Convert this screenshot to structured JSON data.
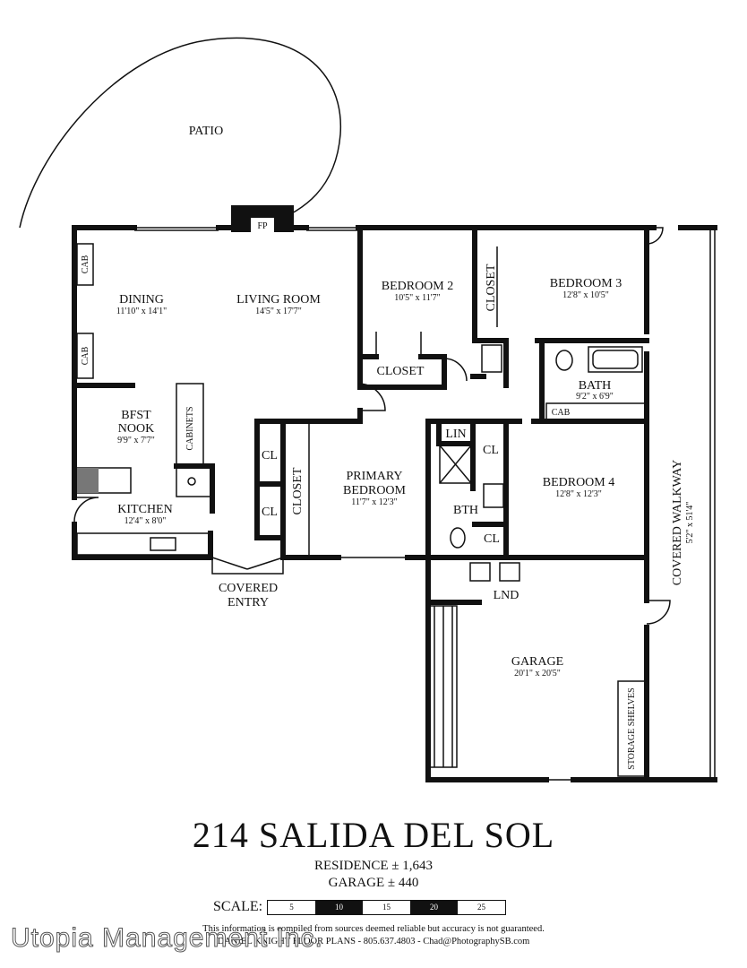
{
  "rooms": {
    "patio": {
      "name": "PATIO"
    },
    "fireplace": {
      "name": "FP"
    },
    "dining": {
      "name": "DINING",
      "dims": "11'10\" x 14'1\""
    },
    "living": {
      "name": "LIVING ROOM",
      "dims": "14'5\" x 17'7\""
    },
    "bedroom2": {
      "name": "BEDROOM 2",
      "dims": "10'5\" x 11'7\""
    },
    "bedroom3": {
      "name": "BEDROOM 3",
      "dims": "12'8\" x 10'5\""
    },
    "bath": {
      "name": "BATH",
      "dims": "9'2\" x 6'9\""
    },
    "bfst_nook": {
      "name_line1": "BFST",
      "name_line2": "NOOK",
      "dims": "9'9\" x 7'7\""
    },
    "kitchen": {
      "name": "KITCHEN",
      "dims": "12'4\" x 8'0\""
    },
    "primary": {
      "name_line1": "PRIMARY",
      "name_line2": "BEDROOM",
      "dims": "11'7\" x 12'3\""
    },
    "bedroom4": {
      "name": "BEDROOM 4",
      "dims": "12'8\" x 12'3\""
    },
    "walkway": {
      "name": "COVERED WALKWAY",
      "dims": "5'2\" x 51'4\""
    },
    "garage": {
      "name": "GARAGE",
      "dims": "20'1\" x 20'5\""
    },
    "covered_entry": {
      "line1": "COVERED",
      "line2": "ENTRY"
    },
    "laundry": {
      "name": "LND"
    },
    "bth": {
      "name": "BTH"
    },
    "lin": {
      "name": "LIN"
    }
  },
  "labels": {
    "cab": "CAB",
    "closet": "CLOSET",
    "cl": "CL",
    "cabinets": "CABINETS",
    "storage_shelves": "STORAGE SHELVES"
  },
  "title": "214 SALIDA DEL SOL",
  "residence": "RESIDENCE ± 1,643",
  "garage_sqft": "GARAGE ± 440",
  "scale": {
    "label": "SCALE:",
    "ticks": [
      "5",
      "10",
      "15",
      "20",
      "25"
    ]
  },
  "disclaimer": "This information is compiled from sources deemed reliable but accuracy is not guaranteed.",
  "credit": "DANIEL KNIGHT FLOOR PLANS - 805.637.4803 - Chad@PhotographySB.com",
  "watermark": "Utopia Management Inc."
}
